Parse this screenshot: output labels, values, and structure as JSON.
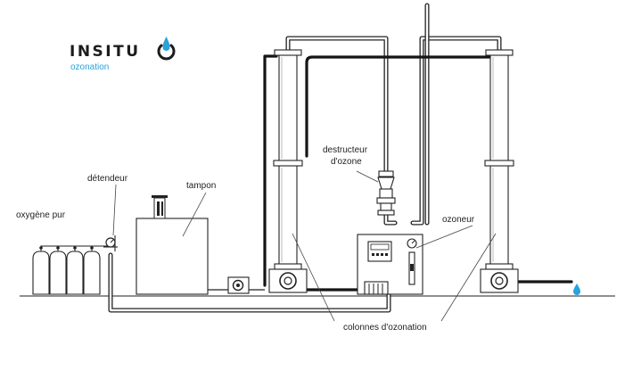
{
  "brand": {
    "name": "INSITU",
    "tagline": "ozonation",
    "accent_color": "#2aa3da"
  },
  "labels": {
    "oxygen": "oxygène pur",
    "regulator": "détendeur",
    "buffer": "tampon",
    "destructor_line1": "destructeur",
    "destructor_line2": "d'ozone",
    "ozonizer": "ozoneur",
    "columns": "colonnes d'ozonation"
  },
  "icons": {
    "logo": "water-drop-ring-icon",
    "outlet": "water-drop-icon"
  },
  "colors": {
    "line": "#222222",
    "water_drop": "#2aa3da"
  }
}
